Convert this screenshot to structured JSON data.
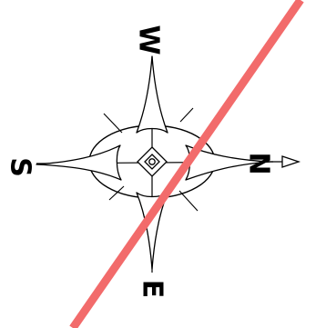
{
  "compass": {
    "labels": {
      "north": "N",
      "south": "S",
      "east": "E",
      "west": "W"
    },
    "stroke_color": "#000000",
    "slash_color": "#f26b6b",
    "background": "#ffffff"
  }
}
